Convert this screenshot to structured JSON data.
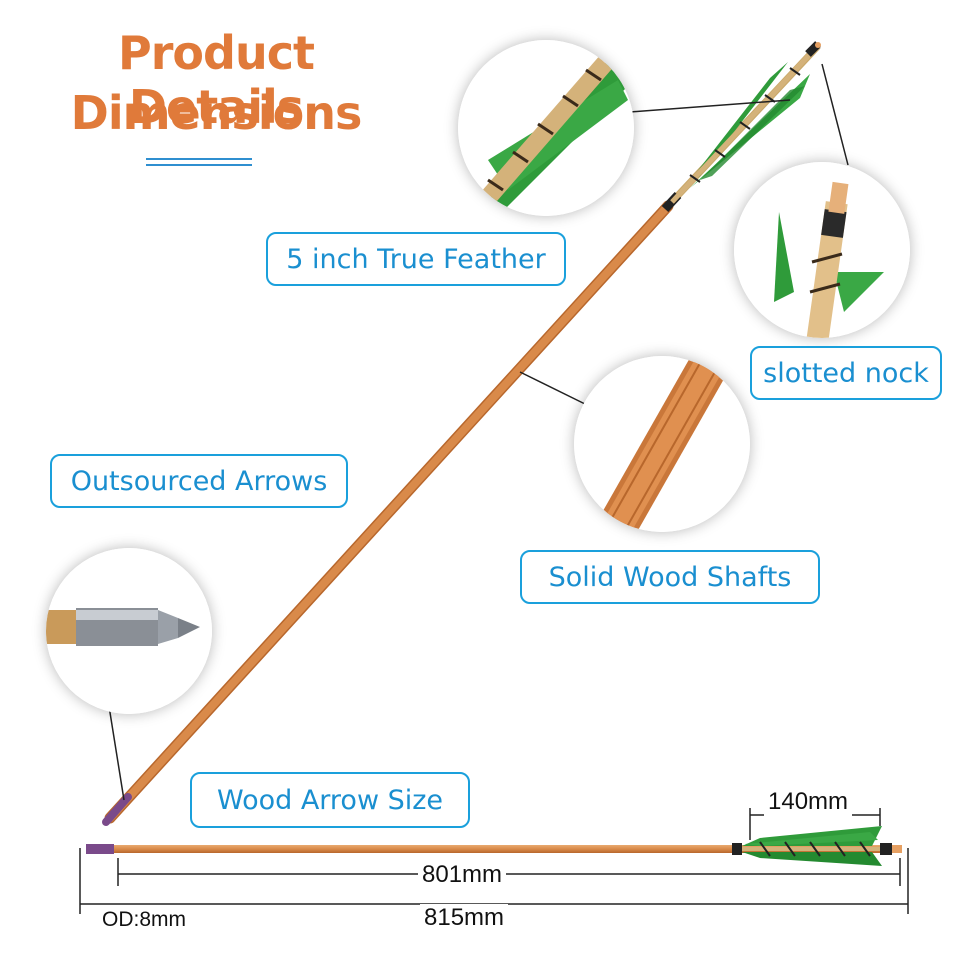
{
  "title": {
    "line1": "Product Details",
    "line2": "Dimensions"
  },
  "labels": {
    "feather": "5 inch True Feather",
    "nock": "slotted nock",
    "outsourced": "Outsourced Arrows",
    "shafts": "Solid Wood Shafts",
    "size": "Wood Arrow Size"
  },
  "dimensions": {
    "fletch_length": "140mm",
    "shaft_length": "801mm",
    "total_length": "815mm",
    "outer_diameter": "OD:8mm"
  },
  "colors": {
    "title": "#e07a3a",
    "label_border": "#1aa0dc",
    "label_text": "#1a8fd0",
    "wood": "#d98a4a",
    "wood_dark": "#b8672c",
    "feather": "#2f9b3a",
    "tip_metal": "#8a8f96"
  },
  "icons": {
    "feather_closeup": "feather-closeup-image",
    "nock_closeup": "nock-closeup-image",
    "shaft_closeup": "wood-shaft-closeup-image",
    "tip_closeup": "field-point-closeup-image"
  }
}
